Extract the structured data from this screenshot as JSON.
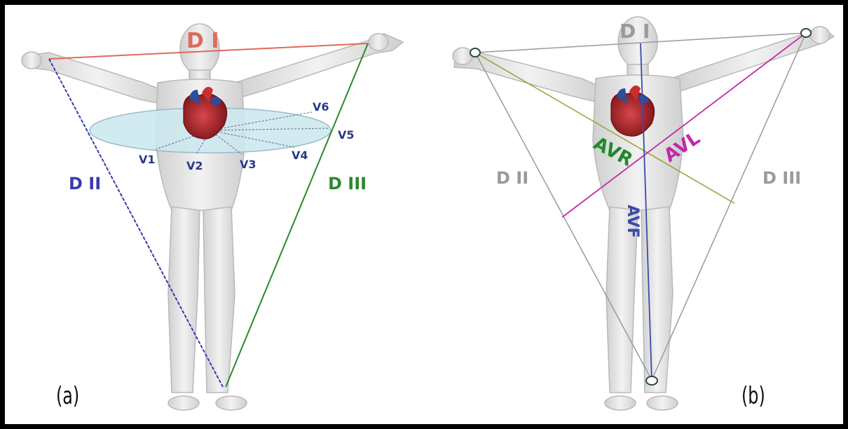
{
  "colors": {
    "frame": "#000000",
    "body_fill": "#e6e6e6",
    "body_stroke": "#b9b9b9",
    "heart_red": "#b3262b",
    "heart_blue": "#2a4fa0",
    "plane_fill": "#cde9f0",
    "plane_stroke": "#8fb6c2",
    "lead_DI_a": "#e06a5a",
    "lead_DII_a": "#3a3ab0",
    "lead_DIII_a": "#2a8a2a",
    "lead_limb_b": "#9a9a9a",
    "lead_AVR": "#9aa030",
    "lead_AVL": "#c02aa8",
    "lead_AVF": "#3a4aa8",
    "label_grey": "#9a9a9a",
    "label_v": "#2a3a8a",
    "label_AVR": "#1f8a2a"
  },
  "panels": [
    {
      "caption": "(a)",
      "limb_leads": [
        {
          "label": "D I",
          "color_key": "lead_DI_a"
        },
        {
          "label": "D II",
          "color_key": "lead_DII_a"
        },
        {
          "label": "D III",
          "color_key": "lead_DIII_a"
        }
      ],
      "precordial_leads": [
        "V1",
        "V2",
        "V3",
        "V4",
        "V5",
        "V6"
      ]
    },
    {
      "caption": "(b)",
      "limb_leads": [
        {
          "label": "D I",
          "color_key": "lead_limb_b"
        },
        {
          "label": "D II",
          "color_key": "lead_limb_b"
        },
        {
          "label": "D III",
          "color_key": "lead_limb_b"
        }
      ],
      "augmented_leads": [
        {
          "label": "AVR",
          "color_key": "lead_AVR"
        },
        {
          "label": "AVL",
          "color_key": "lead_AVL"
        },
        {
          "label": "AVF",
          "color_key": "lead_AVF"
        }
      ]
    }
  ]
}
